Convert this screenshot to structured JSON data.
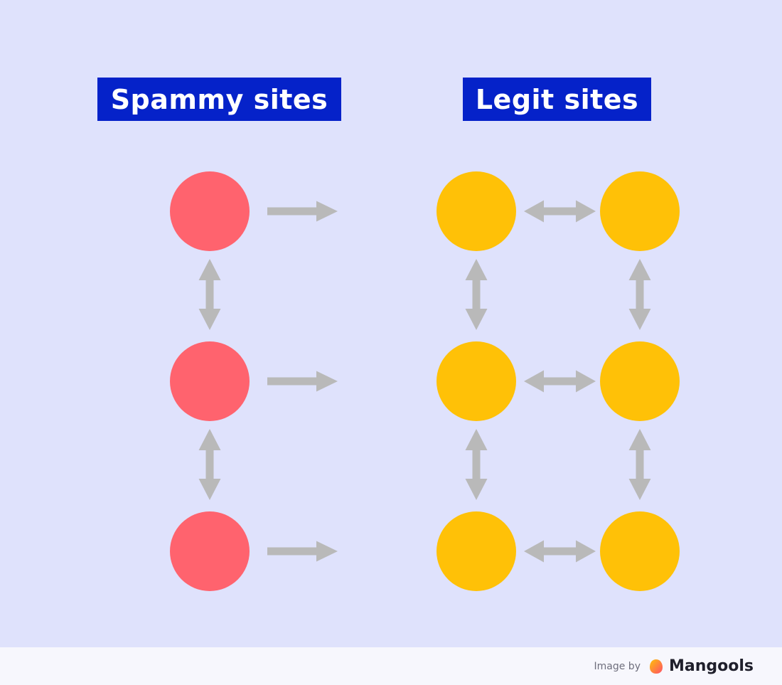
{
  "titles": {
    "spammy": "Spammy sites",
    "legit": "Legit sites"
  },
  "colors": {
    "background": "#dfe2fc",
    "footer": "#f7f7fd",
    "title_bg": "#0522c9",
    "spammy_node": "#ff636e",
    "legit_node": "#ffc107",
    "arrow": "#b9b9b9"
  },
  "groups": {
    "spammy": {
      "columns": 1,
      "rows": 3,
      "vertical_links": "bidirectional",
      "outbound_links": "one-way-right"
    },
    "legit": {
      "columns": 2,
      "rows": 3,
      "vertical_links": "bidirectional",
      "horizontal_links": "bidirectional"
    }
  },
  "credit": {
    "prefix": "Image by",
    "brand": "Mangools",
    "logo_icon": "mangools-logo-icon"
  }
}
